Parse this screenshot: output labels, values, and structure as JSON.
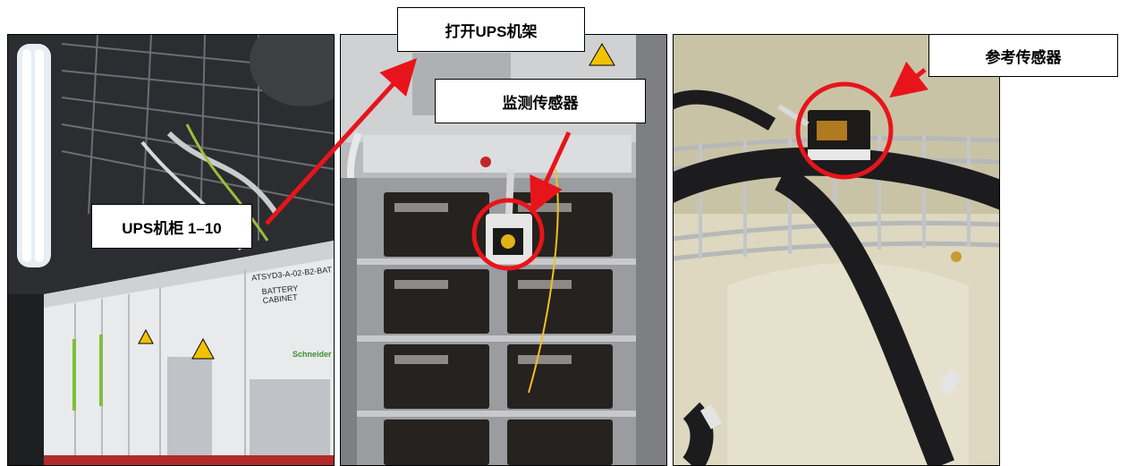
{
  "callouts": {
    "ups_rack": "UPS机柜 1–10",
    "open_ups": "打开UPS机架",
    "monitor_sensor": "监测传感器",
    "reference_sensor": "参考传感器"
  },
  "photo_labels": {
    "cabinet_id": "ATSYD3-A-02-B2-BAT",
    "cabinet_type": "BATTERY CABINET",
    "brand": "Schneider"
  },
  "colors": {
    "annotation_red": "#e8141b",
    "cabinet_white": "#e9eaec",
    "battery_black": "#26221f",
    "frame_gray": "#8a8c8e",
    "ceiling_dark": "#2b2d30"
  }
}
